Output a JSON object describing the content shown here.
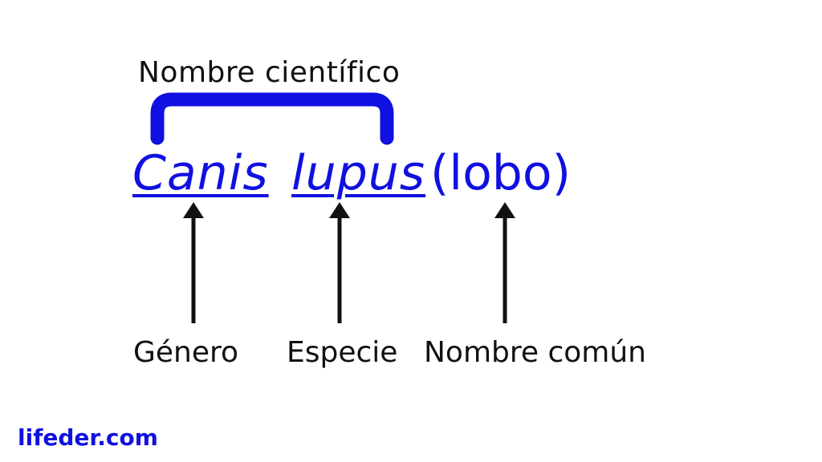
{
  "title": "Nombre científico",
  "name": {
    "genus": "Canis",
    "species": "lupus",
    "common": "(lobo)"
  },
  "labels": {
    "genus": "Género",
    "species": "Especie",
    "common": "Nombre común"
  },
  "brand": "lifeder.com",
  "colors": {
    "accent": "#1010e0",
    "text": "#111111",
    "arrow": "#111111"
  },
  "icons": {
    "bracket": "bracket-shape",
    "arrow": "arrow-up"
  }
}
